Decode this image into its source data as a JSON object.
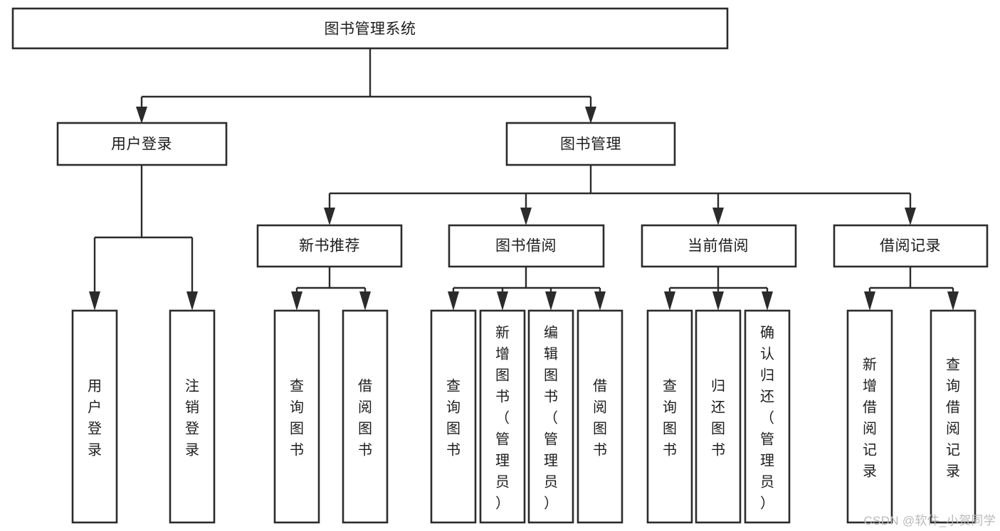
{
  "diagram": {
    "title": "图书管理系统",
    "type": "tree-hierarchy",
    "watermark": "CSDN @软件_小贺同学",
    "colors": {
      "stroke": "#2b2b2b",
      "fill": "#ffffff",
      "text": "#1d1d1d",
      "watermark": "#b9b9b9",
      "background": "#ffffff"
    },
    "levels": {
      "root": {
        "label": "图书管理系统"
      },
      "level2": [
        {
          "id": "user-login",
          "label": "用户登录"
        },
        {
          "id": "book-management",
          "label": "图书管理"
        }
      ],
      "level3": [
        {
          "id": "new-book-recommend",
          "label": "新书推荐",
          "parent": "book-management"
        },
        {
          "id": "book-borrow",
          "label": "图书借阅",
          "parent": "book-management"
        },
        {
          "id": "current-borrow",
          "label": "当前借阅",
          "parent": "book-management"
        },
        {
          "id": "borrow-record",
          "label": "借阅记录",
          "parent": "book-management"
        }
      ],
      "leaves": {
        "user-login": [
          {
            "id": "leaf-user-login",
            "label": "用户登录"
          },
          {
            "id": "leaf-logout",
            "label": "注销登录"
          }
        ],
        "new-book-recommend": [
          {
            "id": "leaf-query-book-1",
            "label": "查询图书"
          },
          {
            "id": "leaf-borrow-book-1",
            "label": "借阅图书"
          }
        ],
        "book-borrow": [
          {
            "id": "leaf-query-book-2",
            "label": "查询图书"
          },
          {
            "id": "leaf-add-book",
            "label": "新增图书（管理员）"
          },
          {
            "id": "leaf-edit-book",
            "label": "编辑图书（管理员）"
          },
          {
            "id": "leaf-borrow-book-2",
            "label": "借阅图书"
          }
        ],
        "current-borrow": [
          {
            "id": "leaf-query-book-3",
            "label": "查询图书"
          },
          {
            "id": "leaf-return-book",
            "label": "归还图书"
          },
          {
            "id": "leaf-confirm-return",
            "label": "确认归还（管理员）"
          }
        ],
        "borrow-record": [
          {
            "id": "leaf-add-record",
            "label": "新增借阅记录"
          },
          {
            "id": "leaf-query-record",
            "label": "查询借阅记录"
          }
        ]
      }
    }
  }
}
